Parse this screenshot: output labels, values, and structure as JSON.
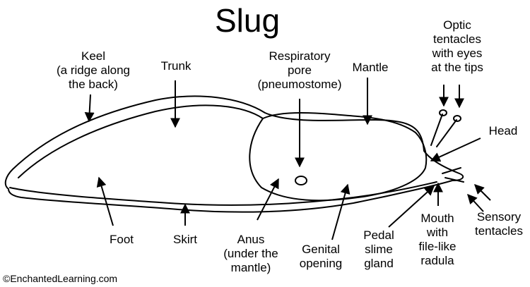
{
  "title": "Slug",
  "credit": "©EnchantedLearning.com",
  "labels": {
    "keel": "Keel\n(a ridge along\nthe back)",
    "trunk": "Trunk",
    "respiratory_pore": "Respiratory\npore\n(pneumostome)",
    "mantle": "Mantle",
    "optic_tentacles": "Optic\ntentacles\nwith eyes\nat the tips",
    "head": "Head",
    "foot": "Foot",
    "skirt": "Skirt",
    "anus": "Anus\n(under the\nmantle)",
    "genital_opening": "Genital\nopening",
    "pedal_slime_gland": "Pedal\nslime\ngland",
    "mouth": "Mouth\nwith\nfile-like\nradula",
    "sensory_tentacles": "Sensory\ntentacles"
  },
  "colors": {
    "ink": "#000000",
    "background": "#ffffff"
  }
}
